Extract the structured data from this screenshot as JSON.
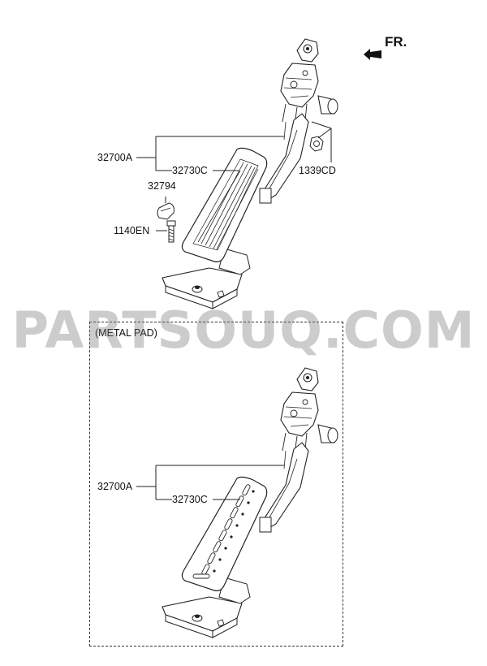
{
  "orientation": {
    "label": "FR."
  },
  "watermark": {
    "text": "PARTSOUQ.COM"
  },
  "upper": {
    "labels": {
      "assembly": "32700A",
      "pad": "32730C",
      "stopper": "32794",
      "bolt": "1140EN",
      "nut": "1339CD"
    }
  },
  "lower": {
    "title": "(METAL PAD)",
    "labels": {
      "assembly": "32700A",
      "pad": "32730C"
    }
  },
  "colors": {
    "line": "#222222",
    "watermark": "#8c8c8c",
    "background": "#ffffff"
  }
}
